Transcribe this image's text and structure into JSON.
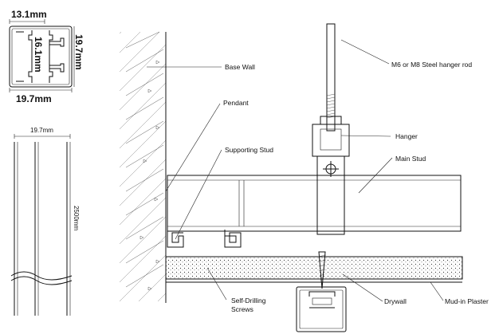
{
  "profile": {
    "width_top": "13.1mm",
    "height_right": "19.7mm",
    "height_inner": "16.1mm",
    "width_bottom": "19.7mm"
  },
  "strip": {
    "width": "19.7mm",
    "length": "2500mm"
  },
  "labels": {
    "hanger_rod": "M6 or M8 Steel hanger rod",
    "base_wall": "Base Wall",
    "pendant": "Pendant",
    "supporting_stud": "Supporting Stud",
    "hanger": "Hanger",
    "main_stud": "Main Stud",
    "self_drilling_1": "Self-Drilling",
    "self_drilling_2": "Screws",
    "drywall": "Drywall",
    "mud_in_plaster": "Mud-in Plaster"
  }
}
